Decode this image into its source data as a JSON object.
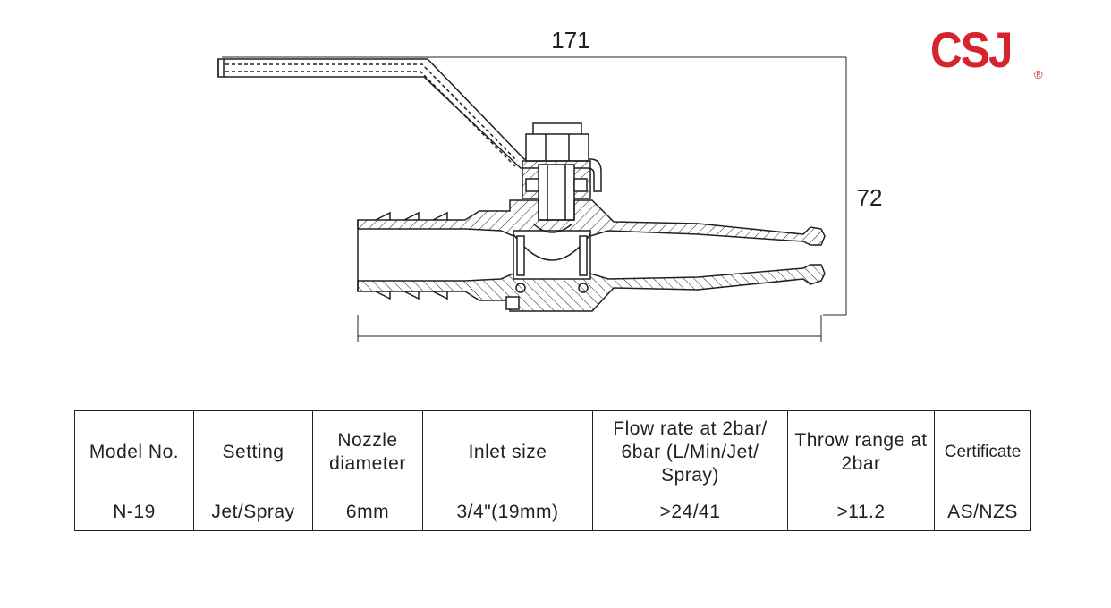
{
  "brand": {
    "name": "CSJ",
    "registered_mark": "®",
    "color": "#d5242b"
  },
  "drawing": {
    "dimension_length": "171",
    "dimension_height": "72",
    "line_color": "#231f20"
  },
  "table": {
    "headers": [
      "Model No.",
      "Setting",
      "Nozzle diameter",
      "Inlet size",
      "Flow rate at 2bar/ 6bar (L/Min/Jet/ Spray)",
      "Throw range at 2bar",
      "Certificate"
    ],
    "rows": [
      [
        "N-19",
        "Jet/Spray",
        "6mm",
        "3/4\"(19mm)",
        ">24/41",
        ">11.2",
        "AS/NZS"
      ]
    ]
  }
}
